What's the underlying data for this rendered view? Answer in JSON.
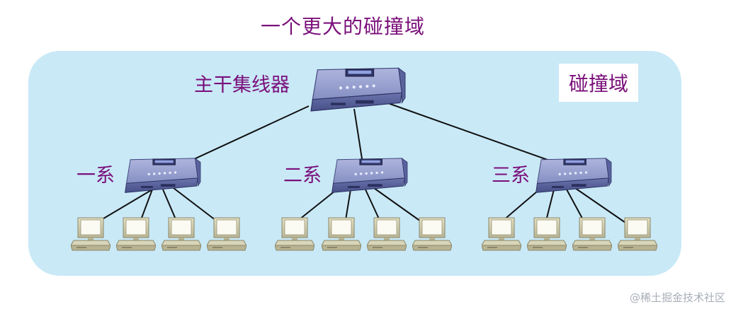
{
  "title": "一个更大的碰撞域",
  "domain_label": "碰撞域",
  "backbone_hub": {
    "label": "主干集线器"
  },
  "departments": [
    {
      "label": "一系",
      "pc_count": 4
    },
    {
      "label": "二系",
      "pc_count": 4
    },
    {
      "label": "三系",
      "pc_count": 4
    }
  ],
  "watermark": "@稀土掘金技术社区",
  "colors": {
    "domain_fill": "#c9e9f7",
    "label_text": "#7a0f7a",
    "hub_body": "#8a93c4",
    "hub_dark": "#4c5590",
    "pc_screen": "#fbfbf3",
    "pc_bezel": "#cfccae",
    "link_line": "#111111"
  }
}
